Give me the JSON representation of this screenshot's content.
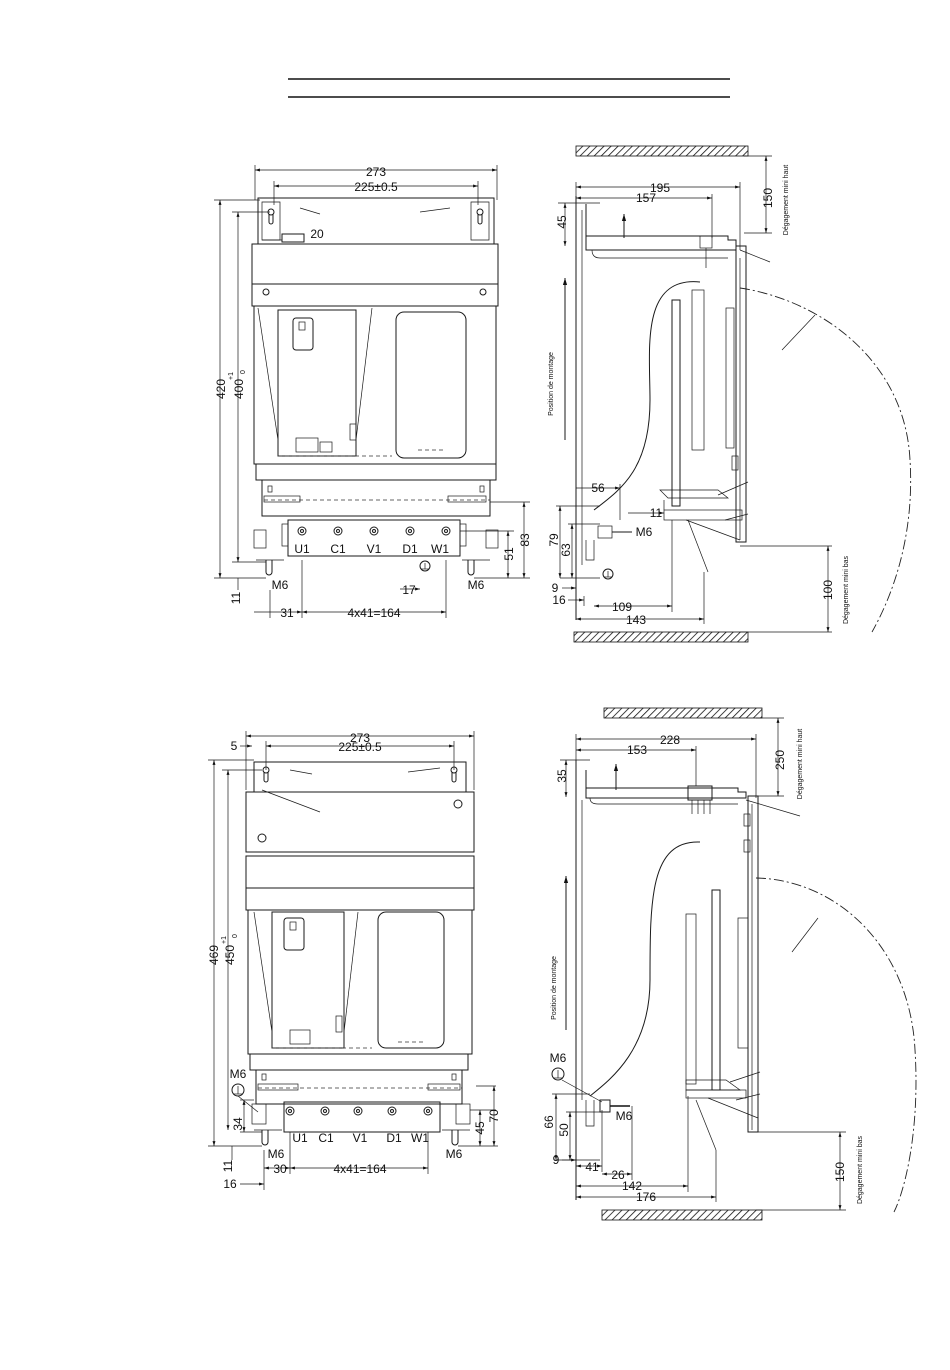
{
  "top": {
    "front": {
      "width_total": "273",
      "width_holes": "225±0.5",
      "height_total": "420",
      "height_holes": "400",
      "height_holes_tol_up": "+1",
      "height_holes_tol_low": "0",
      "dim_20": "20",
      "dim_83": "83",
      "dim_51": "51",
      "dim_11": "11",
      "dim_17": "17",
      "dim_31": "31",
      "pitch": "4x41=164",
      "screw_left": "M6",
      "screw_right": "M6",
      "terminals": [
        "U1",
        "C1",
        "V1",
        "D1",
        "W1"
      ]
    },
    "side": {
      "depth_total": "195",
      "depth_157": "157",
      "dim_45": "45",
      "clearance_top": "150",
      "clearance_top_label": "Dégagement mini haut",
      "clearance_bottom": "100",
      "clearance_bottom_label": "Dégagement mini bas",
      "mounting_label": "Position de montage",
      "dim_56": "56",
      "dim_11": "11",
      "screw": "M6",
      "dim_79": "79",
      "dim_63": "63",
      "dim_9": "9",
      "dim_16": "16",
      "dim_109": "109",
      "dim_143": "143"
    }
  },
  "bottom": {
    "front": {
      "width_total": "273",
      "dim_5": "5",
      "width_holes": "225±0.5",
      "height_total": "469",
      "height_holes": "450",
      "height_holes_tol_up": "+1",
      "height_holes_tol_low": "0",
      "earth_screw": "M6",
      "dim_34": "34",
      "dim_11": "11",
      "dim_16": "16",
      "dim_30": "30",
      "pitch": "4x41=164",
      "dim_45": "45",
      "dim_70": "70",
      "screw_left": "M6",
      "screw_right": "M6",
      "terminals": [
        "U1",
        "C1",
        "V1",
        "D1",
        "W1"
      ]
    },
    "side": {
      "depth_total": "228",
      "depth_153": "153",
      "dim_35": "35",
      "clearance_top": "250",
      "clearance_top_label": "Dégagement mini haut",
      "clearance_bottom": "150",
      "clearance_bottom_label": "Dégagement mini bas",
      "mounting_label": "Position de montage",
      "earth_screw": "M6",
      "screw": "M6",
      "dim_66": "66",
      "dim_50": "50",
      "dim_9": "9",
      "dim_41": "41",
      "dim_26": "26",
      "dim_142": "142",
      "dim_176": "176"
    }
  }
}
